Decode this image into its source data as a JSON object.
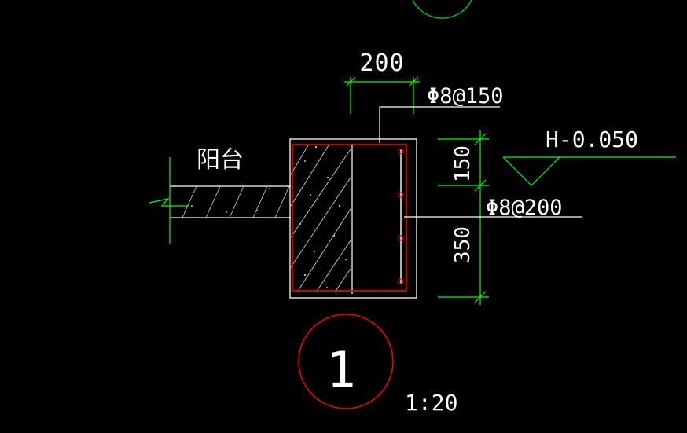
{
  "drawing": {
    "labels": {
      "balcony": "阳台",
      "width_dim": "200",
      "top_rebar": "Φ8@150",
      "elevation": "H-0.050",
      "side_rebar": "Φ8@200",
      "dim_upper": "150",
      "dim_lower": "350",
      "detail_number": "1",
      "scale": "1:20"
    },
    "colors": {
      "background": "#000000",
      "dimension_lines": "#00ff00",
      "text": "#ffffff",
      "rebar": "#ff0000",
      "section_outline": "#ffffff",
      "hatch": "#ffffff",
      "detail_circle": "#ff0000",
      "top_circle": "#00ff00"
    }
  }
}
